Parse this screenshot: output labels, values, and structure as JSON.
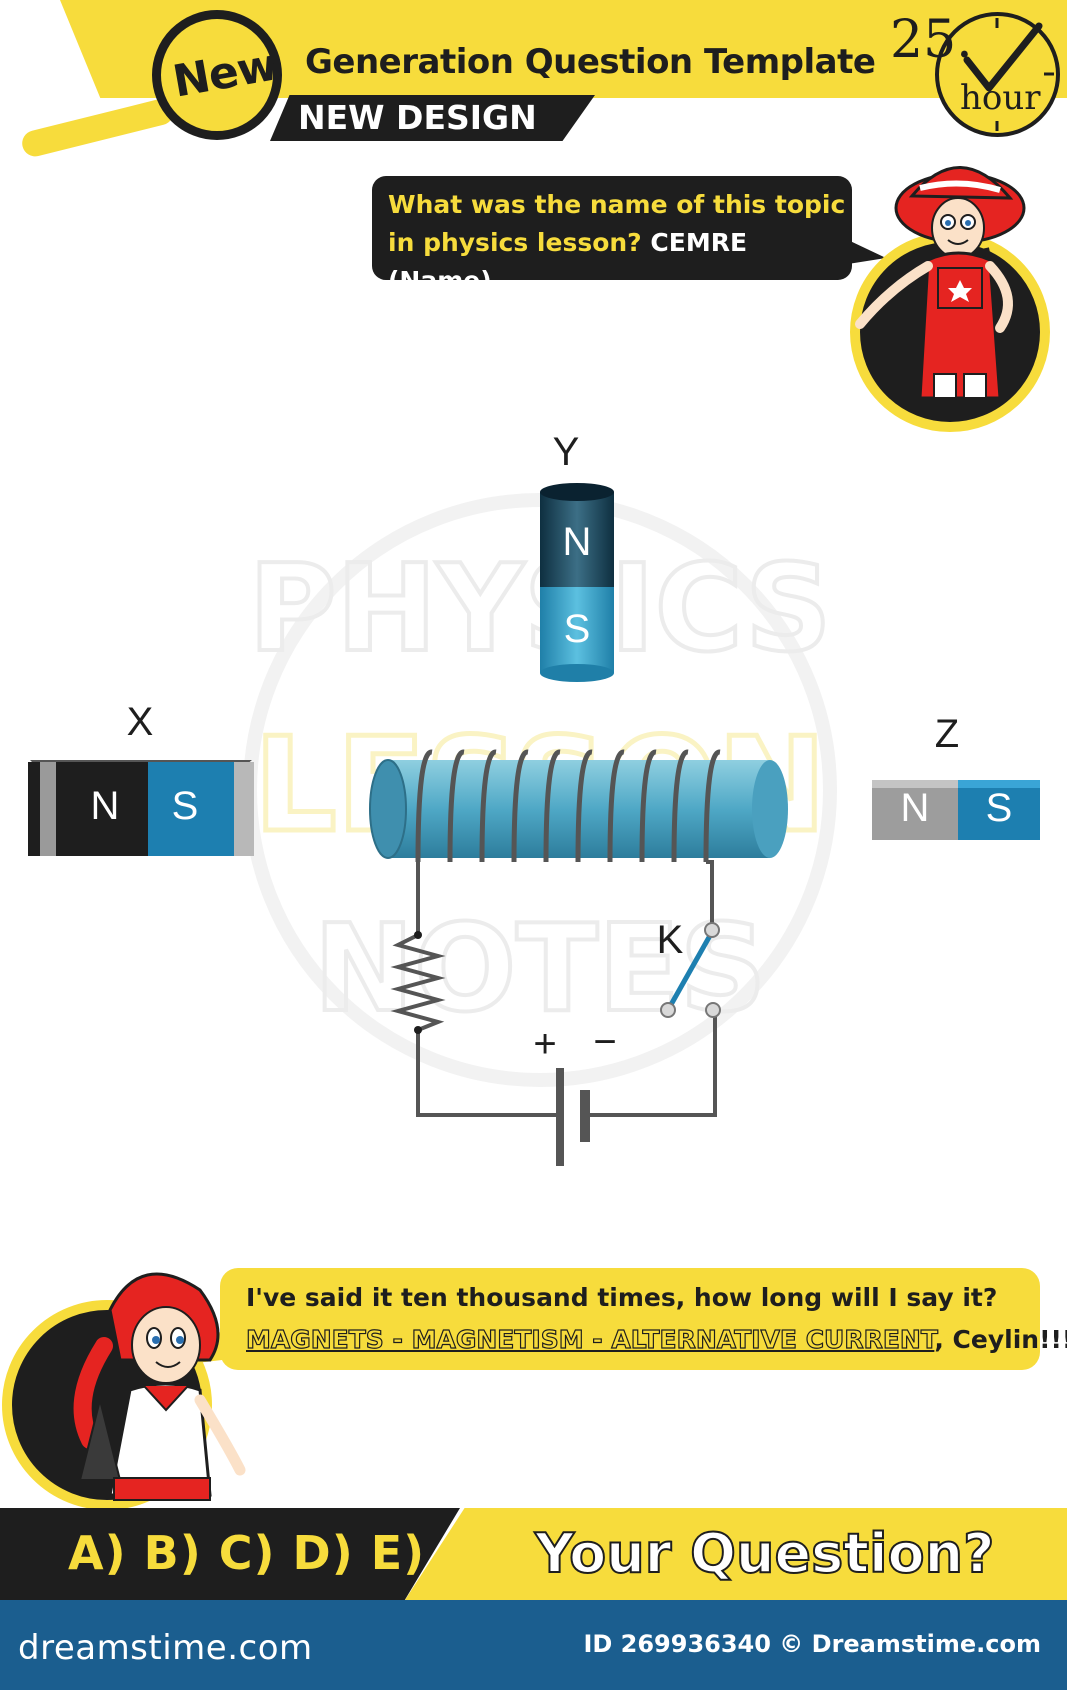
{
  "header": {
    "badge": "New",
    "title": "Generation Question Template",
    "subtitle": "NEW DESIGN",
    "hour_number": "25.",
    "hour_label": "hour"
  },
  "top_bubble": {
    "line1": "What was the name of this topic",
    "line2_prefix": "in physics lesson? ",
    "line2_name": "CEMRE (Name)"
  },
  "diagram": {
    "magnets": [
      {
        "label": "X",
        "poles": [
          "N",
          "S"
        ]
      },
      {
        "label": "Y",
        "poles": [
          "N",
          "S"
        ]
      },
      {
        "label": "Z",
        "poles": [
          "N",
          "S"
        ]
      }
    ],
    "switch_label": "K",
    "battery_plus": "+",
    "battery_minus": "−",
    "watermark_words": [
      "PHYSICS",
      "LESSON",
      "NOTES"
    ]
  },
  "bottom_bubble": {
    "line1": "I've said it ten thousand times, how long will I say it?",
    "line2_topic": "MAGNETS - MAGNETISM - ALTERNATIVE CURRENT",
    "line2_suffix": ", Ceylin!!!"
  },
  "footer": {
    "answers": "A) B) C) D) E)",
    "prompt": "Your Question?",
    "site": "dreamstime.com",
    "image_id": "ID 269936340 © Dreamstime.com"
  },
  "colors": {
    "yellow": "#f7dc3c",
    "dark": "#1e1e1e",
    "blue": "#1b5e8f",
    "magnet_blue": "#1d7fb0"
  }
}
